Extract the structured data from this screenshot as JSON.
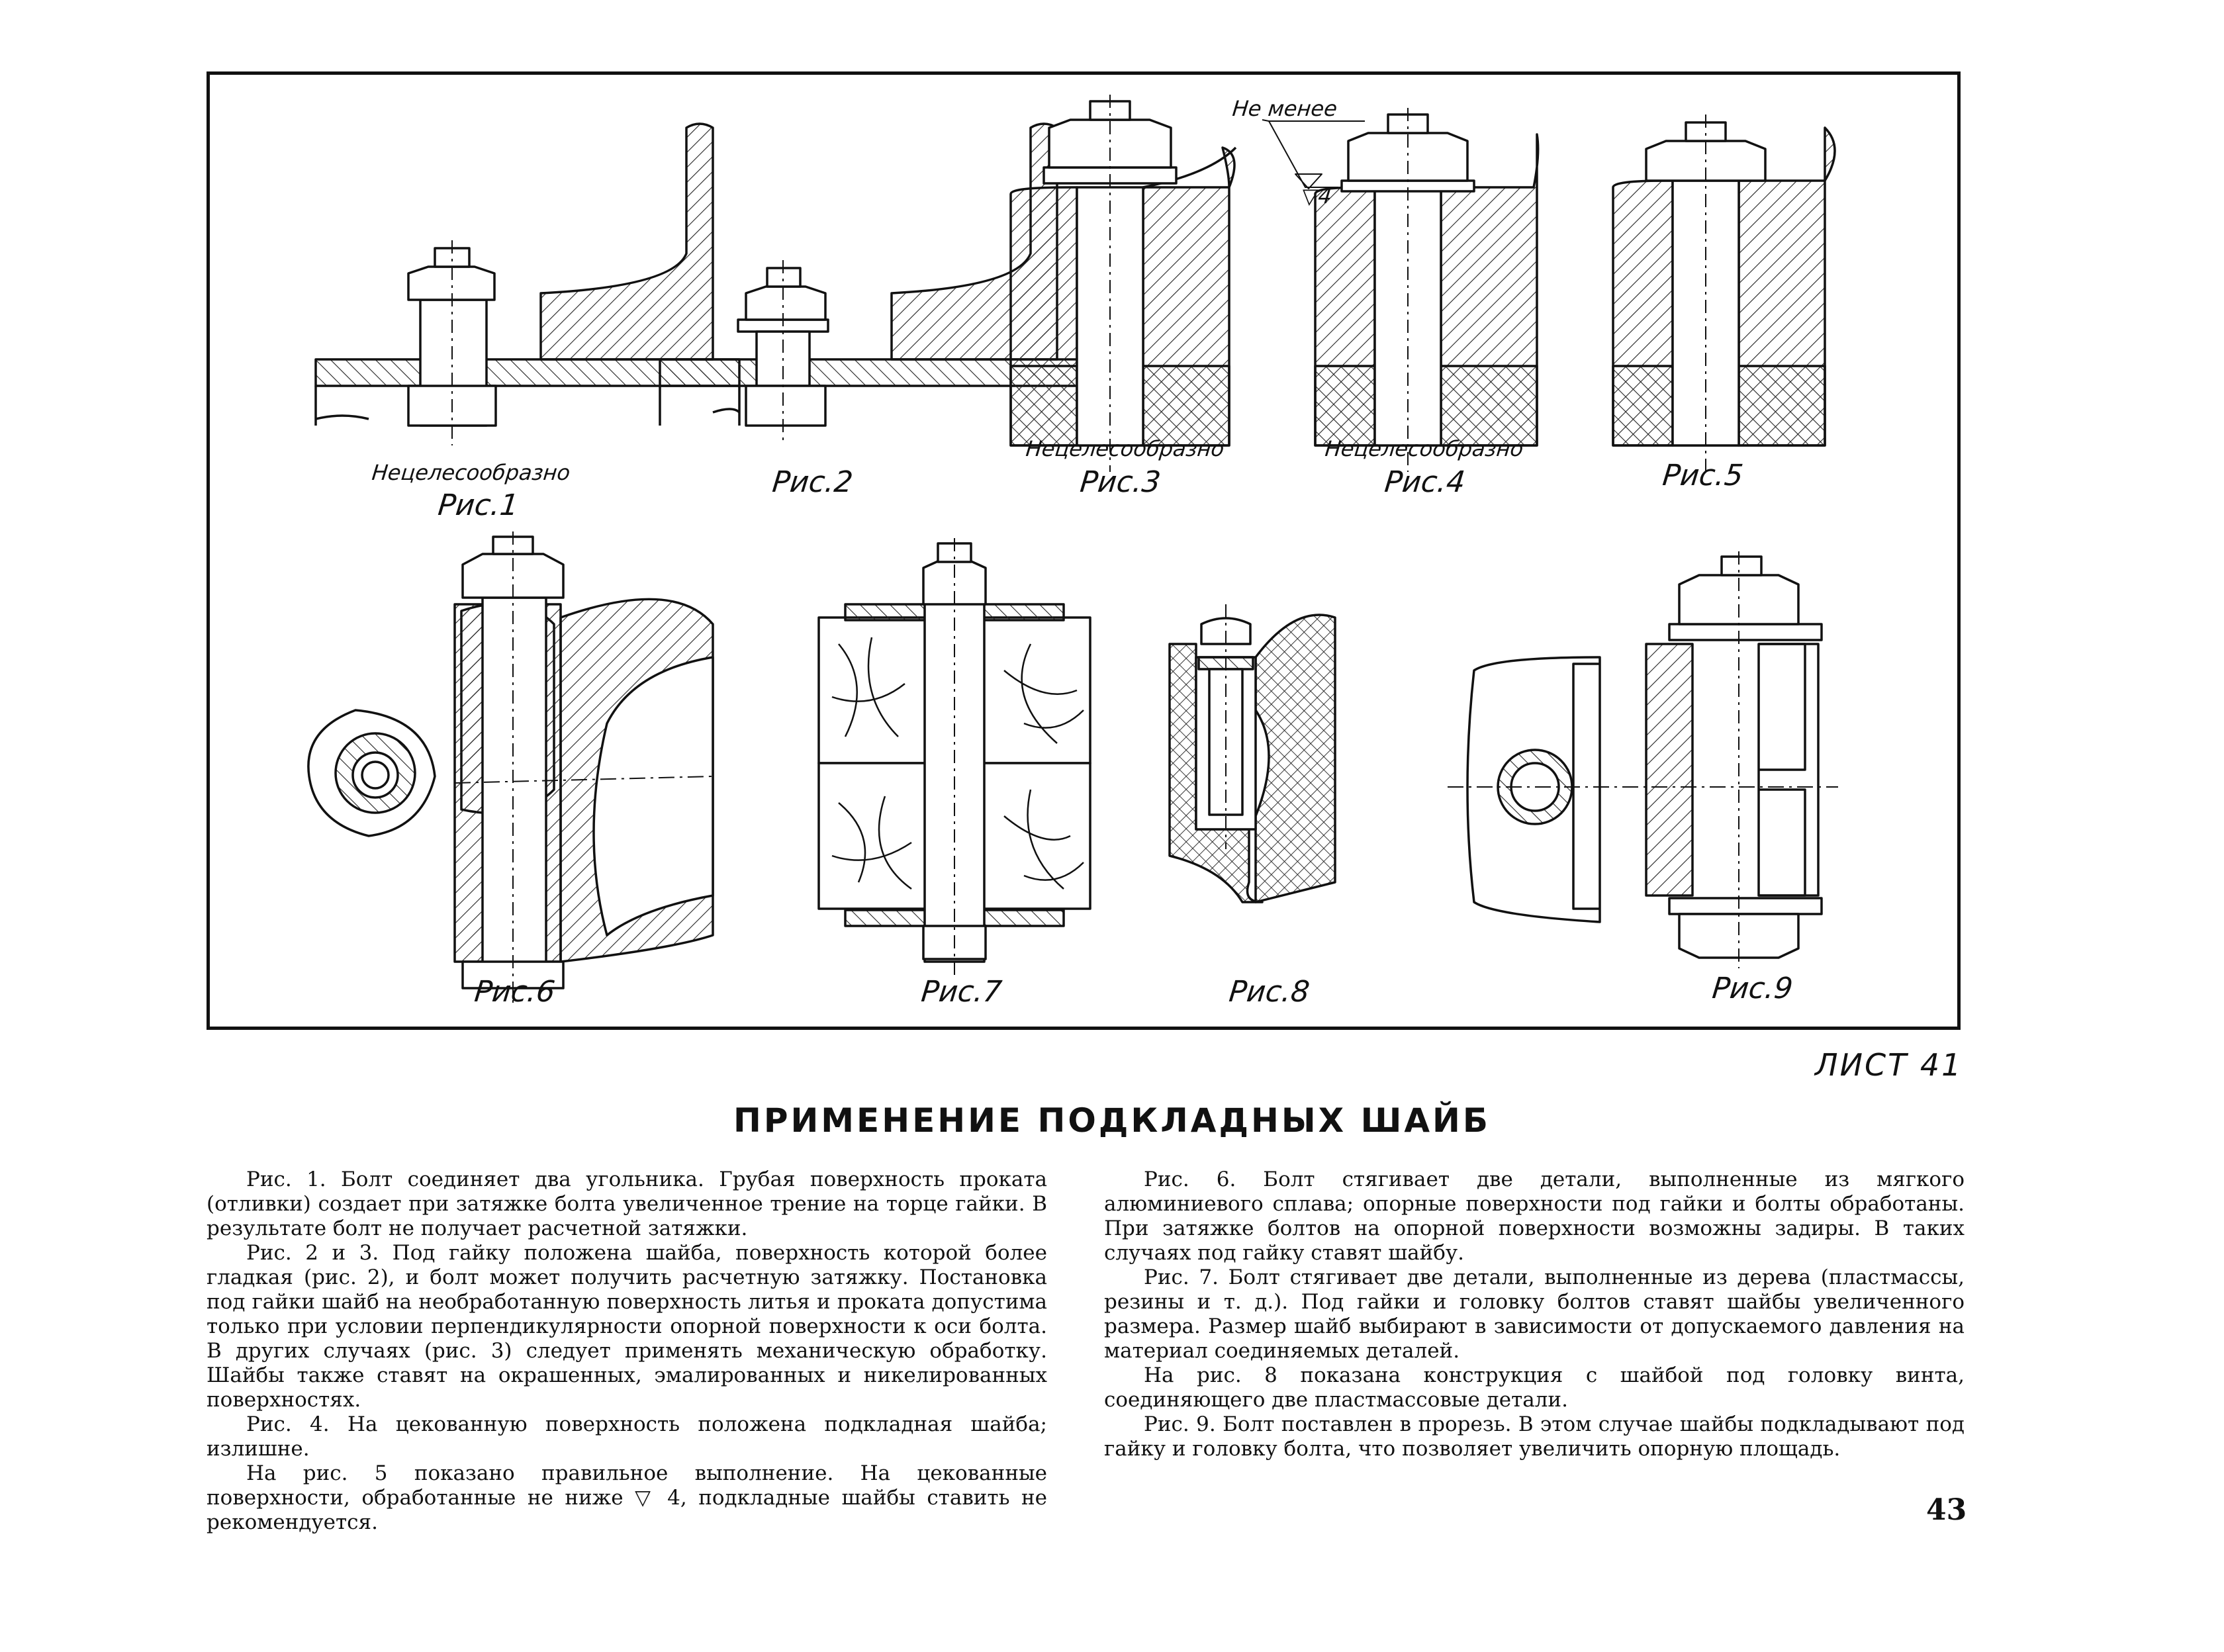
{
  "figures": {
    "captions": [
      "Рис.1",
      "Рис.2",
      "Рис.3",
      "Рис.4",
      "Рис.5",
      "Рис.6",
      "Рис.7",
      "Рис.8",
      "Рис.9"
    ],
    "warning_label": "Нецелесообразно",
    "annotation_not_less": "Не менее",
    "annotation_roughness": "▽4"
  },
  "sheet_label": "ЛИСТ 41",
  "title": "ПРИМЕНЕНИЕ ПОДКЛАДНЫХ ШАЙБ",
  "left_column": [
    "Рис. 1. Болт соединяет два угольника. Грубая поверхность проката (отливки) создает при затяжке болта увеличенное трение на торце гайки. В результате болт не получает расчетной затяжки.",
    "Рис. 2 и 3. Под гайку положена шайба, поверхность которой более гладкая (рис. 2), и болт может получить расчетную затяжку. Постановка под гайки шайб на необработанную поверхность литья и проката допустима только при условии перпендикулярности опорной поверхности к оси болта. В других случаях (рис. 3) следует применять механическую обработку. Шайбы также ставят на окрашенных, эмалированных и никелированных поверхностях.",
    "Рис. 4. На цекованную поверхность положена подкладная шайба; излишне.",
    "На рис. 5 показано правильное выполнение. На цекованные поверхности, обработанные не ниже ▽ 4, подкладные шайбы ставить не рекомендуется."
  ],
  "right_column": [
    "Рис. 6. Болт стягивает две детали, выполненные из мягкого алюминиевого сплава; опорные поверхности под гайки и болты обработаны. При затяжке болтов на опорной поверхности возможны задиры. В таких случаях под гайку ставят шайбу.",
    "Рис. 7. Болт стягивает две детали, выполненные из дерева (пластмассы, резины и т. д.). Под гайки и головку болтов ставят шайбы увеличенного размера. Размер шайб выбирают в зависимости от допускаемого давления на материал соединяемых деталей.",
    "На рис. 8 показана конструкция с шайбой под головку винта, соединяющего две пластмассовые детали.",
    "Рис. 9. Болт поставлен в прорезь. В этом случае шайбы подкладывают под гайку и головку болта, что позволяет увеличить опорную площадь."
  ],
  "page_number": "43"
}
